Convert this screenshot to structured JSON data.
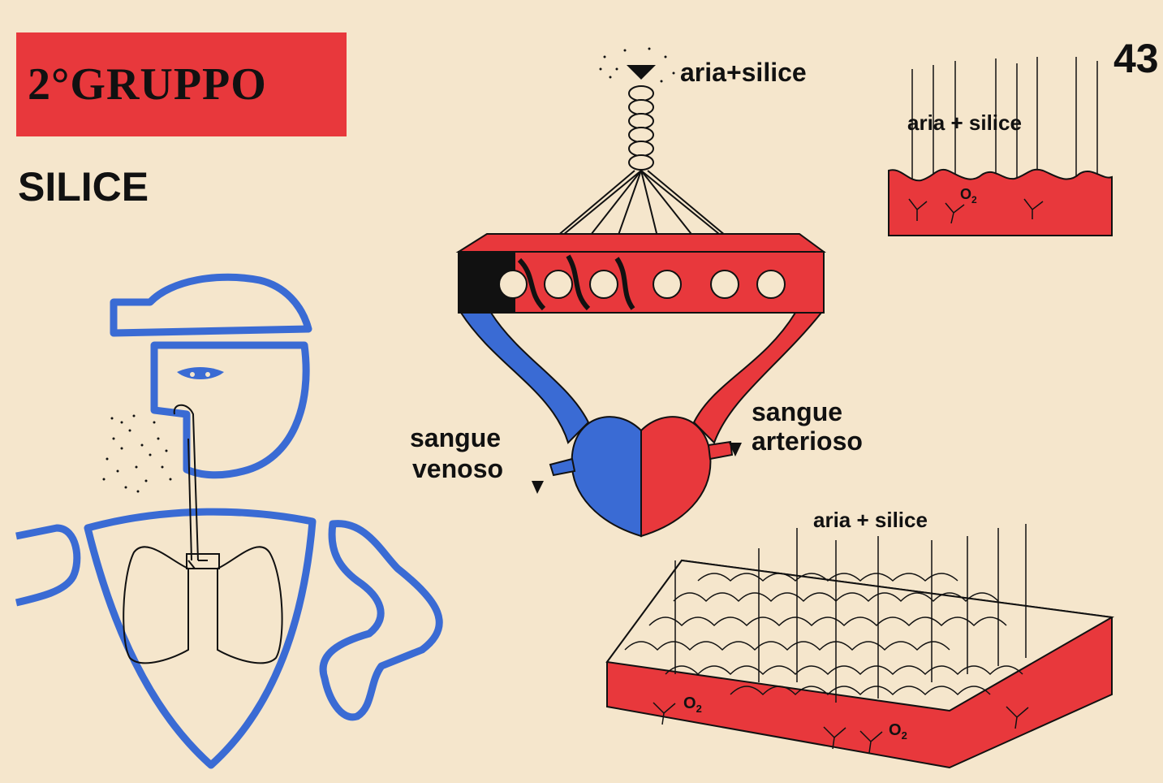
{
  "header": {
    "group_label": "2°GRUPPO",
    "section_title": "SILICE",
    "page_number": "43"
  },
  "diagram": {
    "top_inlet_label": "aria+silice",
    "alveolus_label": "aria + silice",
    "lattice_label": "aria + silice",
    "venous_label_line1": "sangue",
    "venous_label_line2": "venoso",
    "arterial_label_line1": "sangue",
    "arterial_label_line2": "arterioso",
    "oxygen_symbol": "O",
    "oxygen_subscript": "2"
  },
  "colors": {
    "background": "#f5e6cc",
    "red": "#e8383c",
    "blue": "#3a6bd4",
    "ink": "#111111"
  }
}
